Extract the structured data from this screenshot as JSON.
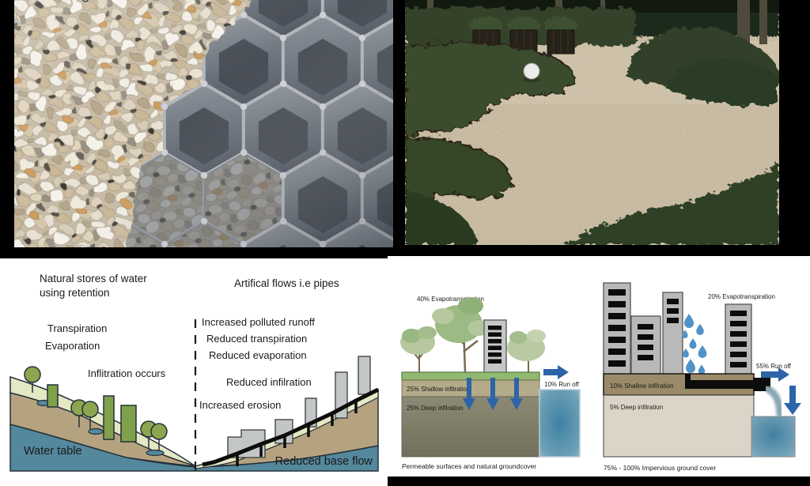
{
  "photos": {
    "gravel_grid_alt": "Gravel-filled honeycomb ground reinforcement grid",
    "garden_alt": "Garden with permeable gravel surface and clipped hedges"
  },
  "valley_diagram": {
    "heading_natural_line1": "Natural stores of water",
    "heading_natural_line2": "using retention",
    "heading_artificial": "Artifical flows i.e pipes",
    "transpiration": "Transpiration",
    "evaporation": "Evaporation",
    "infiltration_occurs": "Inflitration occurs",
    "increased_polluted_runoff": "Increased polluted runoff",
    "reduced_transpiration": "Reduced transpiration",
    "reduced_evaporation": "Reduced evaporation",
    "reduced_infiltration": "Reduced infilration",
    "increased_erosion": "Increased erosion",
    "water_table": "Water table",
    "reduced_base_flow": "Reduced base flow"
  },
  "infiltration_comparison": {
    "permeable": {
      "evapotranspiration": "40% Evapotranspiration",
      "shallow": "25% Shallow infilration",
      "deep": "25% Deep infilration",
      "runoff": "10% Run off",
      "caption": "Permeable surfaces and natural groundcover"
    },
    "impervious": {
      "evapotranspiration": "20% Evapotranspiration",
      "shallow": "10% Shallow infilration",
      "deep": "5% Deep infilration",
      "runoff": "55% Run off",
      "caption": "75% - 100% Impervious ground cover"
    }
  },
  "colors": {
    "arrow_blue": "#2d64a7",
    "water_teal": "#54889c",
    "soil_tan": "#b5a380",
    "surface_cream": "#e5e8c4",
    "tree_green": "#8ba64e",
    "building_gray": "#c2c6c6"
  }
}
